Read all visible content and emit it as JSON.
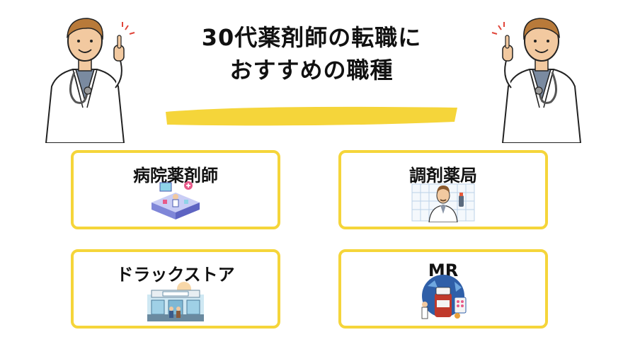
{
  "header": {
    "title_line1": "30代薬剤師の転職に",
    "title_line2": "おすすめの職種",
    "accent_color": "#f5d53a"
  },
  "cards": [
    {
      "label": "病院薬剤師",
      "illustration": "hospital-lab-illustration"
    },
    {
      "label": "調剤薬局",
      "illustration": "pharmacist-illustration"
    },
    {
      "label": "ドラックストア",
      "illustration": "drugstore-building-illustration"
    },
    {
      "label": "MR",
      "illustration": "medical-rep-illustration"
    }
  ]
}
